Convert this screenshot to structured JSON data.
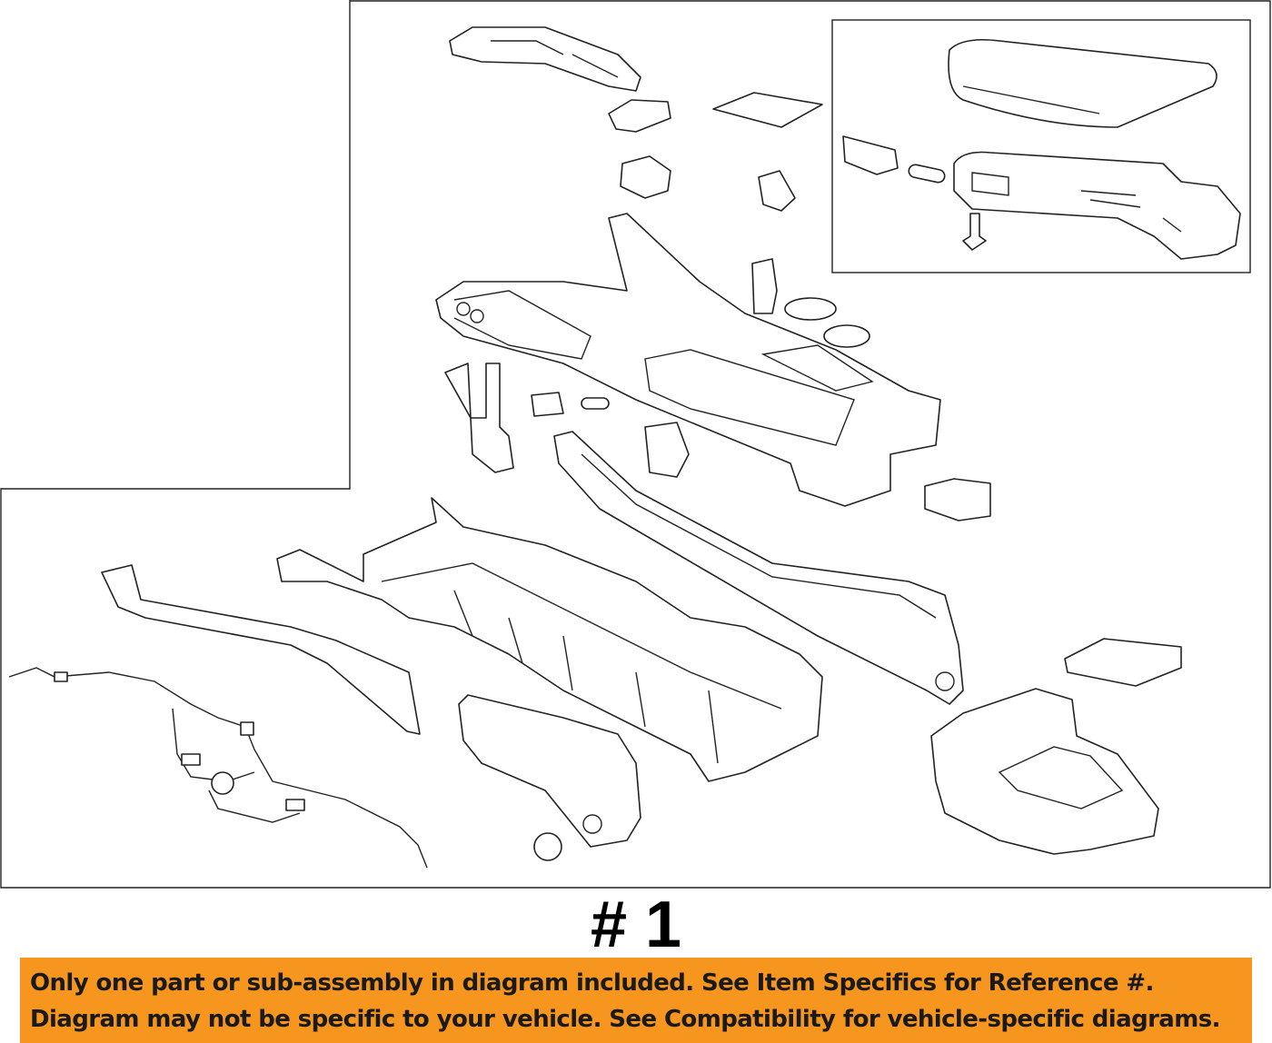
{
  "reference_label": "# 1",
  "notice": {
    "line1": "Only one part or sub-assembly in diagram included. See Item Specifics for Reference #.",
    "line2": "Diagram may not be specific to your vehicle. See Compatibility for vehicle-specific diagrams."
  },
  "colors": {
    "banner": "#F7961E",
    "line": "#222222"
  }
}
